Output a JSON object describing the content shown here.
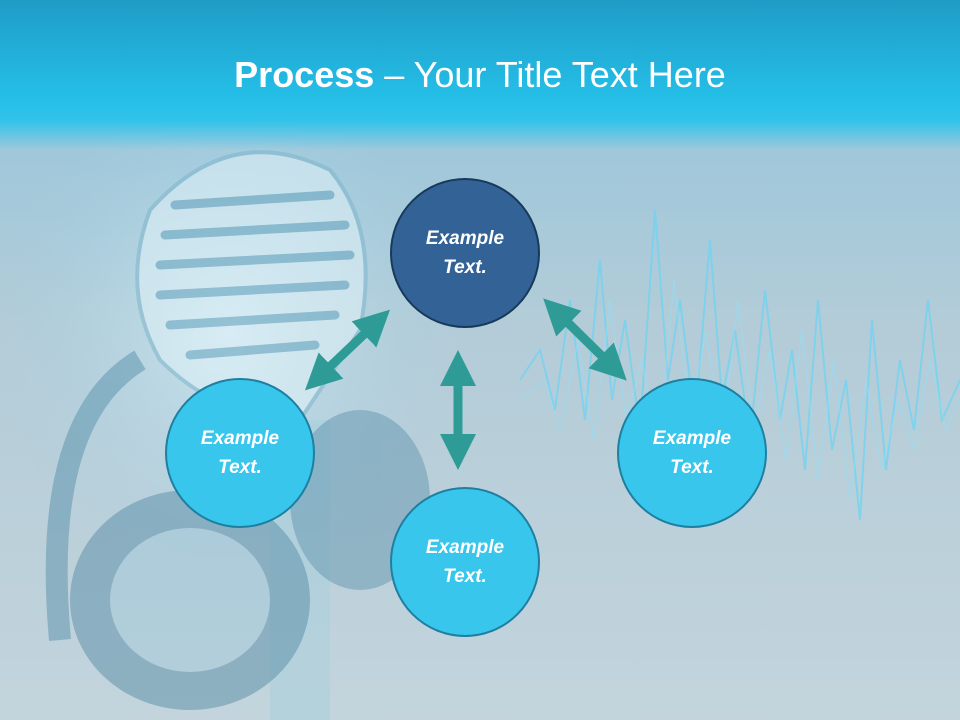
{
  "title": {
    "bold": "Process",
    "rest": " – Your Title Text Here"
  },
  "nodes": [
    {
      "label": "Example Text."
    },
    {
      "label": "Example Text."
    },
    {
      "label": "Example Text."
    },
    {
      "label": "Example Text."
    }
  ],
  "colors": {
    "header": "#24bde6",
    "primary_node": "#336396",
    "secondary_node": "#38c6ec",
    "arrow": "#2e9b96"
  }
}
